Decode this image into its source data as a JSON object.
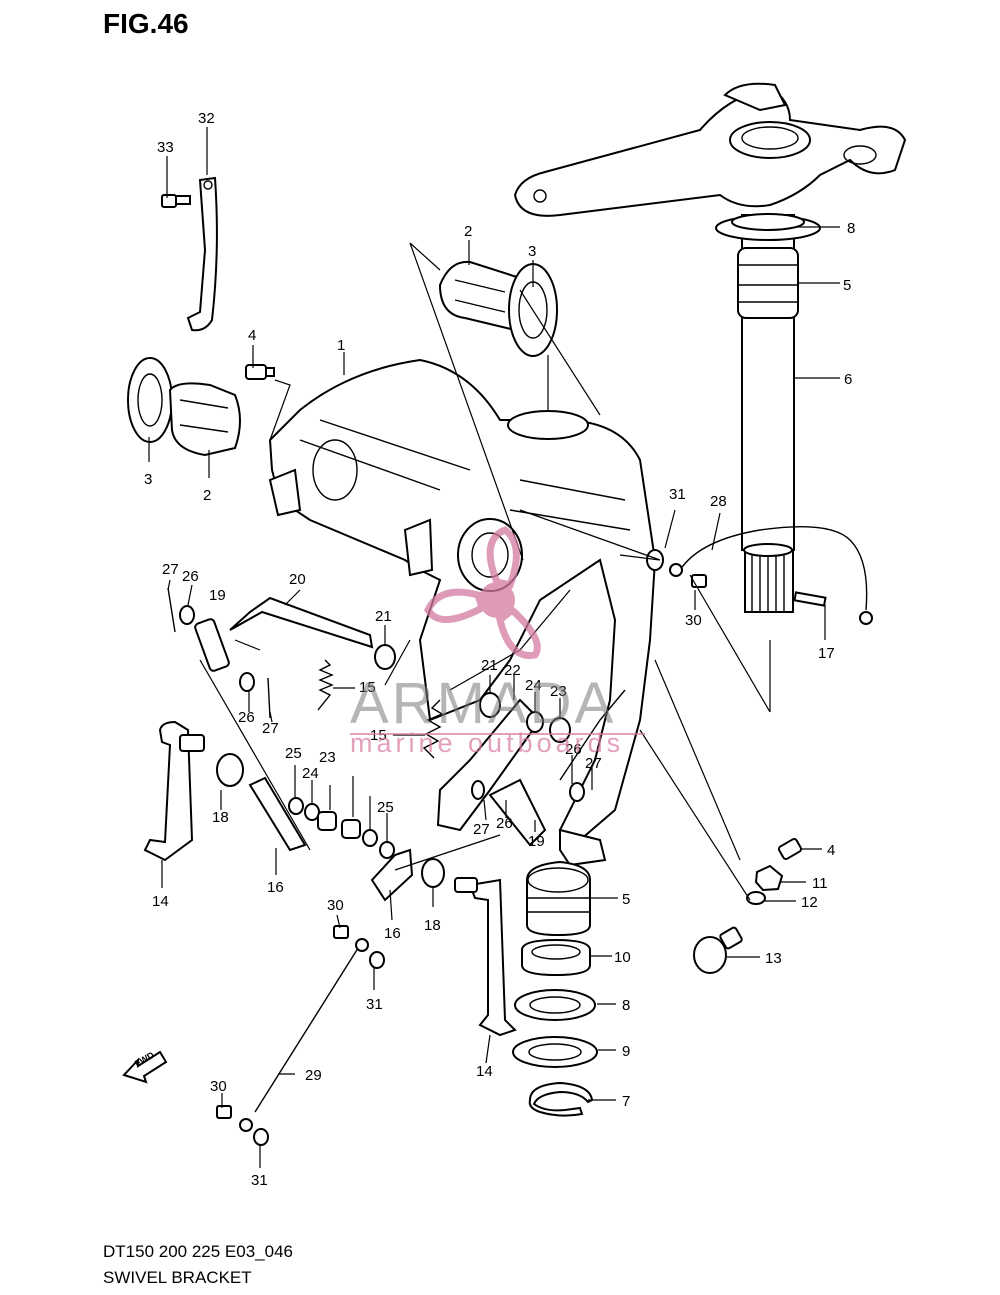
{
  "figure": {
    "title": "FIG.46"
  },
  "footer": {
    "model_code": "DT150 200 225 E03_046",
    "section_name": "SWIVEL BRACKET"
  },
  "watermark": {
    "brand": "ARMADA",
    "tagline": "marine outboards",
    "logo": "propeller-logo",
    "colors": {
      "brand_text": "#8a8a8a",
      "logo": "#d47aa0"
    }
  },
  "fwd_arrow": {
    "label": "FWD"
  },
  "callouts": [
    {
      "label": "1"
    },
    {
      "label": "2"
    },
    {
      "label": "2"
    },
    {
      "label": "3"
    },
    {
      "label": "3"
    },
    {
      "label": "4"
    },
    {
      "label": "4"
    },
    {
      "label": "5"
    },
    {
      "label": "5"
    },
    {
      "label": "6"
    },
    {
      "label": "7"
    },
    {
      "label": "8"
    },
    {
      "label": "8"
    },
    {
      "label": "9"
    },
    {
      "label": "10"
    },
    {
      "label": "11"
    },
    {
      "label": "12"
    },
    {
      "label": "13"
    },
    {
      "label": "14"
    },
    {
      "label": "14"
    },
    {
      "label": "15"
    },
    {
      "label": "15"
    },
    {
      "label": "16"
    },
    {
      "label": "16"
    },
    {
      "label": "17"
    },
    {
      "label": "18"
    },
    {
      "label": "18"
    },
    {
      "label": "19"
    },
    {
      "label": "19"
    },
    {
      "label": "20"
    },
    {
      "label": "21"
    },
    {
      "label": "21"
    },
    {
      "label": "22"
    },
    {
      "label": "23"
    },
    {
      "label": "23"
    },
    {
      "label": "24"
    },
    {
      "label": "24"
    },
    {
      "label": "25"
    },
    {
      "label": "25"
    },
    {
      "label": "26"
    },
    {
      "label": "26"
    },
    {
      "label": "26"
    },
    {
      "label": "26"
    },
    {
      "label": "27"
    },
    {
      "label": "27"
    },
    {
      "label": "27"
    },
    {
      "label": "27"
    },
    {
      "label": "28"
    },
    {
      "label": "29"
    },
    {
      "label": "30"
    },
    {
      "label": "30"
    },
    {
      "label": "30"
    },
    {
      "label": "31"
    },
    {
      "label": "31"
    },
    {
      "label": "31"
    },
    {
      "label": "32"
    },
    {
      "label": "33"
    }
  ]
}
